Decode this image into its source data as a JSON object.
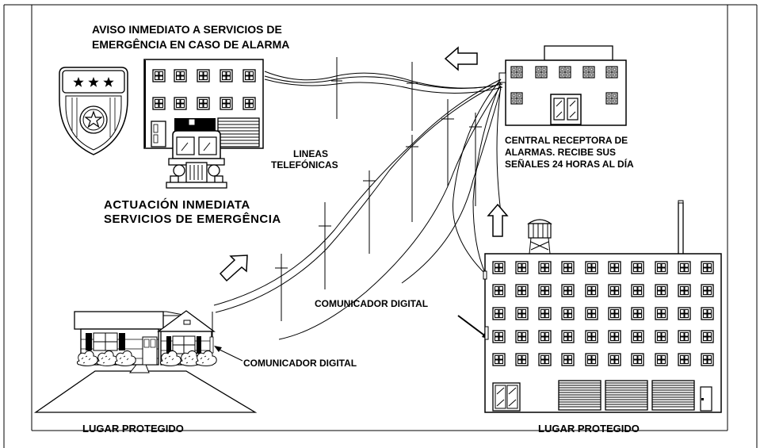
{
  "labels": {
    "notice_line1": "AVISO INMEDIATO A  SERVICIOS DE",
    "notice_line2": "EMERGÊNCIA EN CASO DE ALARMA",
    "response_line1": "ACTUACIÓN   INMEDIATA",
    "response_line2": "SERVICIOS DE EMERGÊNCIA",
    "phone_lines_line1": "LINEAS",
    "phone_lines_line2": "TELEFÓNICAS",
    "central_line1": "CENTRAL   RECEPTORA  DE",
    "central_line2": "ALARMAS.  RECIBE  SUS",
    "central_line3": "SEÑALES 24 HORAS AL DÍA",
    "communicator_house": "COMUNICADOR DIGITAL",
    "communicator_building": "COMUNICADOR DIGITAL",
    "protected_house": "LUGAR PROTEGIDO",
    "protected_building": "LUGAR PROTEGIDO"
  },
  "icons": {
    "badge": "police-badge-icon",
    "truck": "fire-truck-icon",
    "water_tank": "water-tower-icon"
  },
  "colors": {
    "line": "#000000",
    "background": "#ffffff"
  }
}
